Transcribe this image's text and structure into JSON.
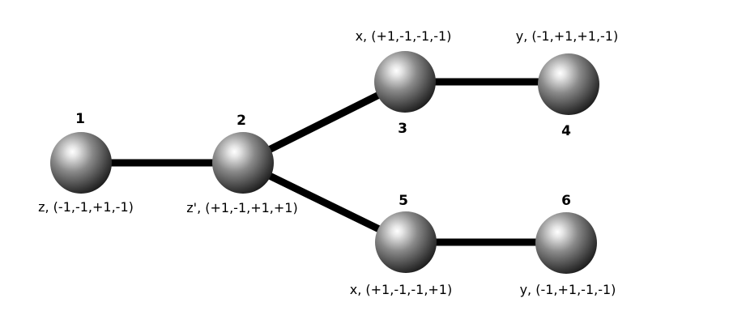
{
  "nodes": [
    {
      "id": "1",
      "number": "1",
      "label": "z, (-1,-1,+1,-1)"
    },
    {
      "id": "2",
      "number": "2",
      "label": "z', (+1,-1,+1,+1)"
    },
    {
      "id": "3",
      "number": "3",
      "label": "x, (+1,-1,-1,-1)"
    },
    {
      "id": "4",
      "number": "4",
      "label": "y, (-1,+1,+1,-1)"
    },
    {
      "id": "5",
      "number": "5",
      "label": "x, (+1,-1,-1,+1)"
    },
    {
      "id": "6",
      "number": "6",
      "label": "y, (-1,+1,-1,-1)"
    }
  ],
  "edges": [
    {
      "from": "1",
      "to": "2"
    },
    {
      "from": "2",
      "to": "3"
    },
    {
      "from": "3",
      "to": "4"
    },
    {
      "from": "2",
      "to": "5"
    },
    {
      "from": "5",
      "to": "6"
    }
  ],
  "colors": {
    "edge": "#000000",
    "sphere_highlight": "#ffffff",
    "sphere_mid": "#8a8a8a",
    "sphere_dark": "#1e1e1e",
    "text": "#000000"
  }
}
